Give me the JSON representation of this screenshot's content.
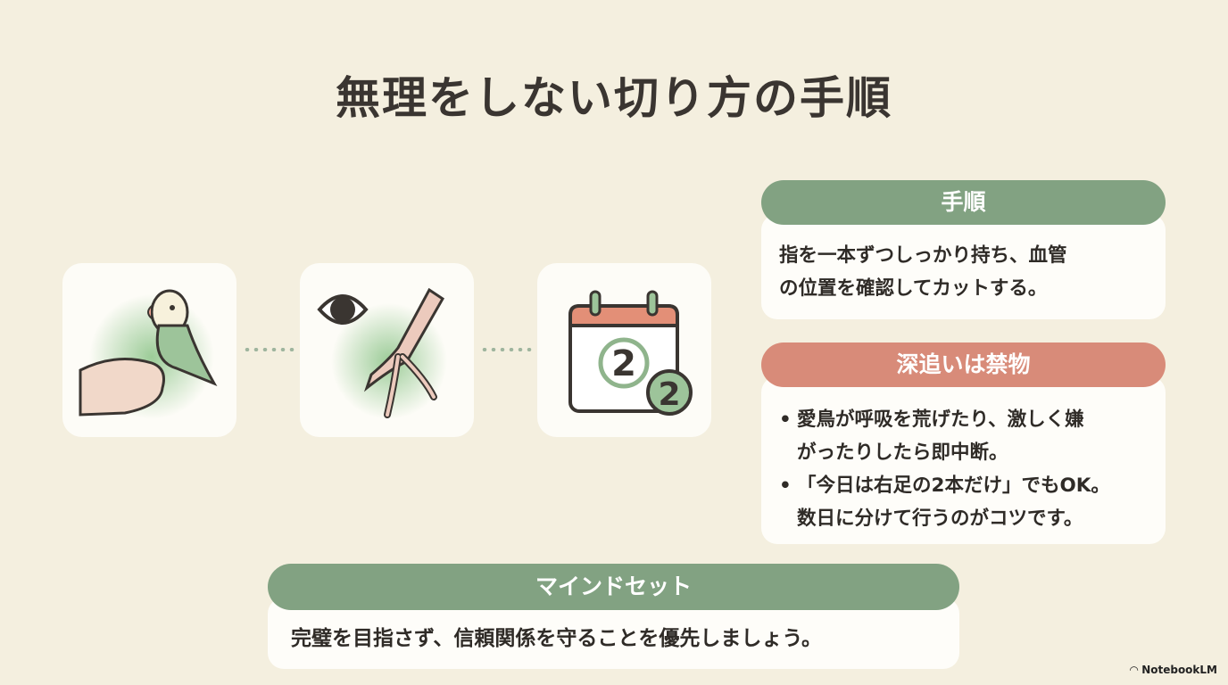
{
  "title": "無理をしない切り方の手順",
  "steps": [
    {
      "icon": "hand-holding-parrot-icon"
    },
    {
      "icon": "eye-checking-foot-icon"
    },
    {
      "icon": "calendar-2-icon",
      "calendar_number": "2",
      "badge_number": "2"
    }
  ],
  "colors": {
    "background": "#f4efdf",
    "green": "#82a282",
    "salmon": "#d88b79"
  },
  "procedure": {
    "heading": "手順",
    "lines": [
      "指を一本ずつしっかり持ち、血管",
      "の位置を確認してカットする。"
    ]
  },
  "caution": {
    "heading": "深追いは禁物",
    "bullets": [
      [
        "愛鳥が呼吸を荒げたり、激しく嫌",
        "がったりしたら即中断。"
      ],
      [
        "「今日は右足の2本だけ」でもOK。",
        "数日に分けて行うのがコツです。"
      ]
    ]
  },
  "mindset": {
    "heading": "マインドセット",
    "text": "完璧を目指さず、信頼関係を守ることを優先しましょう。"
  },
  "branding": {
    "label": "NotebookLM"
  }
}
